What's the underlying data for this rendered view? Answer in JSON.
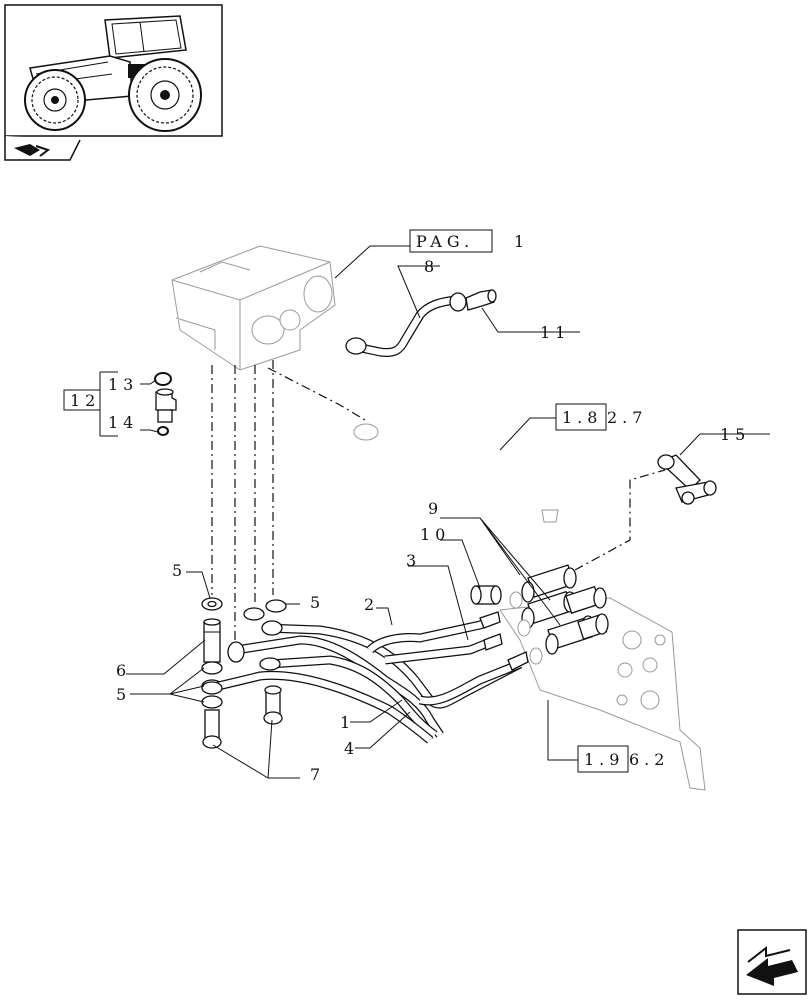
{
  "thumbnail": {
    "icon": "tractor-icon",
    "tab_icon": "folder-arrow-icon"
  },
  "refs": {
    "pag": "PAG.",
    "pag_num": "1",
    "ref_1_82_box": "1.8",
    "ref_1_82_tail": "2.7",
    "ref_1_96_box": "1.9",
    "ref_1_96_tail": "6.2",
    "ref_12_box": "12"
  },
  "parts": {
    "p1": "1",
    "p2": "2",
    "p3": "3",
    "p4": "4",
    "p5a": "5",
    "p5b": "5",
    "p5c": "5",
    "p6": "6",
    "p7": "7",
    "p8": "8",
    "p9": "9",
    "p10": "10",
    "p11": "11",
    "p13": "13",
    "p14": "14",
    "p15": "15"
  },
  "nav": {
    "icon": "next-page-arrow-icon"
  }
}
